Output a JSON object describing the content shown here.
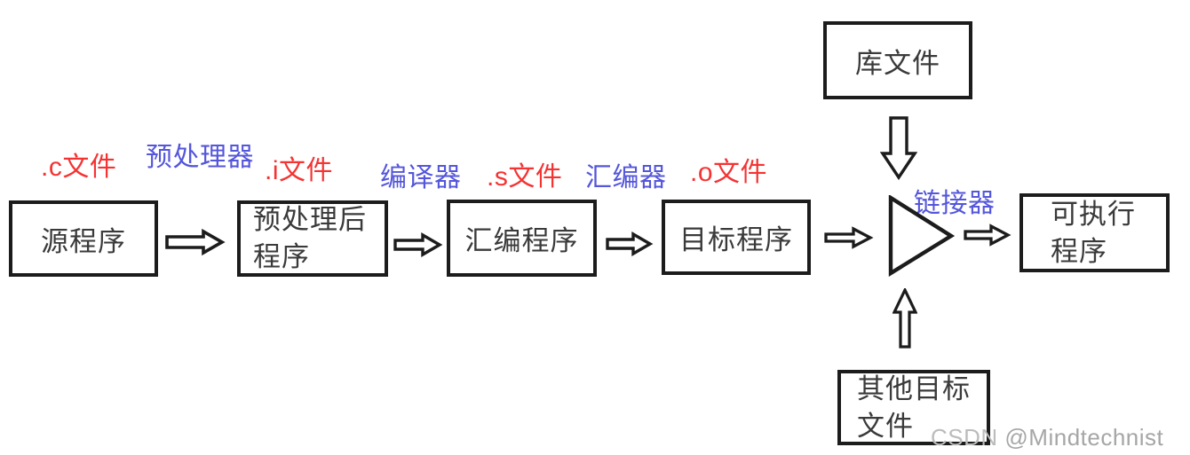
{
  "colors": {
    "file_label": "#f53333",
    "tool_label": "#5456db",
    "box_border": "#1c1c1c",
    "box_text": "#3a3a3a",
    "watermark_brand": "#bcbcbc",
    "watermark_user": "#a6a6a6"
  },
  "flow": {
    "boxes": {
      "source": {
        "label": "源程序"
      },
      "preprocessed": {
        "line1": "预处理后",
        "line2": "程序"
      },
      "assembly": {
        "label": "汇编程序"
      },
      "object": {
        "label": "目标程序"
      },
      "library": {
        "label": "库文件"
      },
      "other_objects": {
        "line1": "其他目标",
        "line2": "文件"
      },
      "executable": {
        "line1": "可执行",
        "line2": "程序"
      }
    },
    "file_labels": {
      "c": ".c文件",
      "i": ".i文件",
      "s": ".s文件",
      "o": ".o文件"
    },
    "tool_labels": {
      "preprocessor": "预处理器",
      "compiler": "编译器",
      "assembler": "汇编器",
      "linker": "链接器"
    }
  },
  "watermark": {
    "brand": "CSDN",
    "user": "@Mindtechnist"
  }
}
